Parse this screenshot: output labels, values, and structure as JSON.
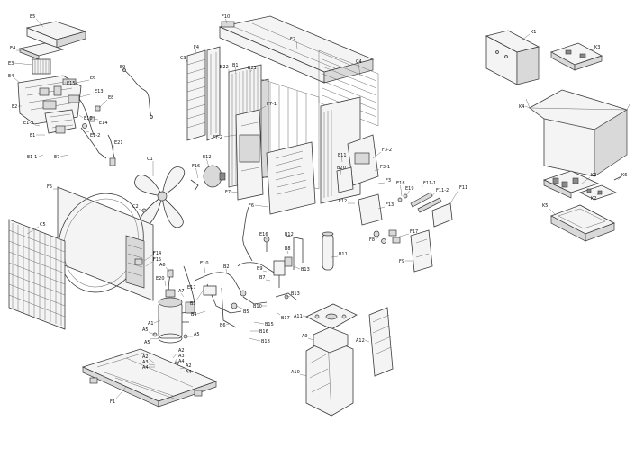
{
  "labels": {
    "E5": "E5",
    "E4a": "E4",
    "E3": "E3",
    "E4b": "E4",
    "E2": "E2",
    "E15": "E15",
    "E6": "E6",
    "E13": "E13",
    "E10": "E10",
    "E14": "E14",
    "E8": "E8",
    "E12a": "E1-2",
    "E1": "E1",
    "E12b": "E1-2",
    "E11a": "E1-1",
    "E7": "E7",
    "E9": "E9",
    "E21": "E21",
    "F10": "F10",
    "F2": "F2",
    "F4": "F4",
    "C3": "C3",
    "B1": "B1",
    "B21": "B21",
    "B22": "B22",
    "C4": "C4",
    "F71": "F7-1",
    "F72": "F7-2",
    "F7": "F7",
    "C1": "C1",
    "F16": "F16",
    "E12": "E12",
    "C2": "C2",
    "F5": "F5",
    "C5": "C5",
    "F6": "F6",
    "E11": "E11",
    "B20": "B20",
    "F32": "F3-2",
    "F31": "F3-1",
    "F3": "F3",
    "E18": "E18",
    "E19": "E19",
    "F111": "F11-1",
    "F112": "F11-2",
    "F11": "F11",
    "F12": "F12",
    "F13": "F13",
    "F8": "F8",
    "F17": "F17",
    "F9": "F9",
    "F14": "F14",
    "F15": "F15",
    "E16": "E16",
    "B12": "B12",
    "B8": "B8",
    "B11": "B11",
    "B9": "B9",
    "B7": "B7",
    "B13": "B13",
    "A6": "A6",
    "E20": "E20",
    "E10b": "E10",
    "B2": "B2",
    "E17": "E17",
    "B3": "B3",
    "A7": "A7",
    "B4": "B4",
    "B5": "B5",
    "B6": "B6",
    "B10": "B10",
    "B13b": "B13",
    "B17": "B17",
    "B15": "B15",
    "B16": "B16",
    "B18": "B18",
    "A11": "A11",
    "A1": "A1",
    "A5a": "A5",
    "A5b": "A5",
    "A5c": "A5",
    "A9": "A9",
    "A12": "A12",
    "A2a": "A2",
    "A3a": "A3",
    "A4a": "A4",
    "A2b": "A2",
    "A3b": "A3",
    "A4b": "A4",
    "A2c": "A2",
    "A4c": "A4",
    "A10": "A10",
    "F1": "F1",
    "K1": "K1",
    "K3": "K3",
    "K4": "K4",
    "K2a": "K2",
    "K6": "K6",
    "K2b": "K2",
    "K5": "K5"
  }
}
